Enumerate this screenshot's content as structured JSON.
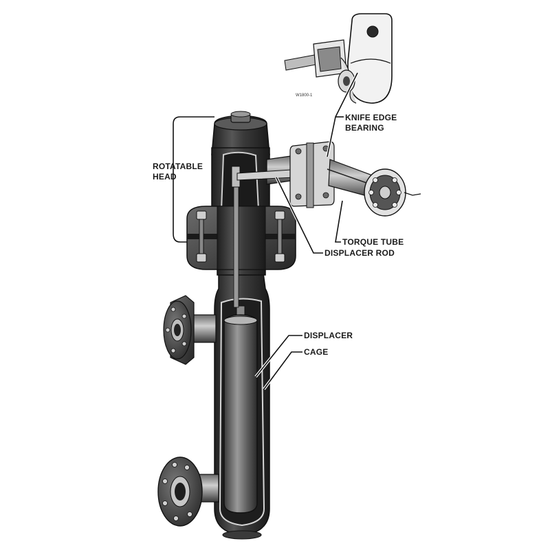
{
  "figure_code": "W1800-1",
  "labels": {
    "knife_edge_line1": "KNIFE EDGE",
    "knife_edge_line2": "BEARING",
    "rotatable_line1": "ROTATABLE",
    "rotatable_line2": "HEAD",
    "torque_tube": "TORQUE TUBE",
    "displacer_rod": "DISPLACER ROD",
    "displacer": "DISPLACER",
    "cage": "CAGE"
  },
  "colors": {
    "body_dark": "#2e2e2e",
    "body_mid": "#4a4a4a",
    "body_light": "#8a8a8a",
    "highlight": "#d9d9d9",
    "metal_light": "#e8e8e8",
    "ink": "#111111"
  }
}
